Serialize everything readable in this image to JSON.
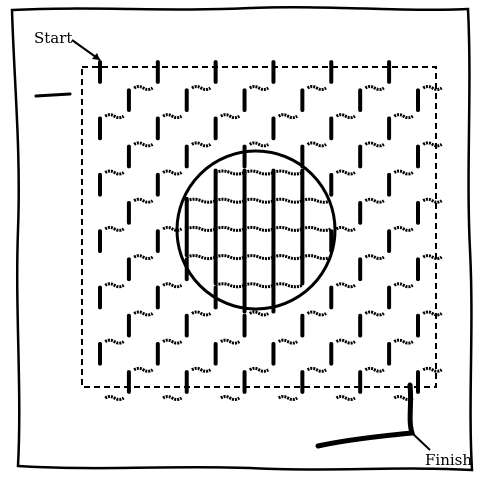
{
  "labels": {
    "start": "Start",
    "finish": "Finish"
  },
  "diagram": {
    "grid_columns": 12,
    "grid_rows": 12,
    "center_circle": true,
    "ink_color": "#000000",
    "fabric_color": "#ffffff"
  }
}
